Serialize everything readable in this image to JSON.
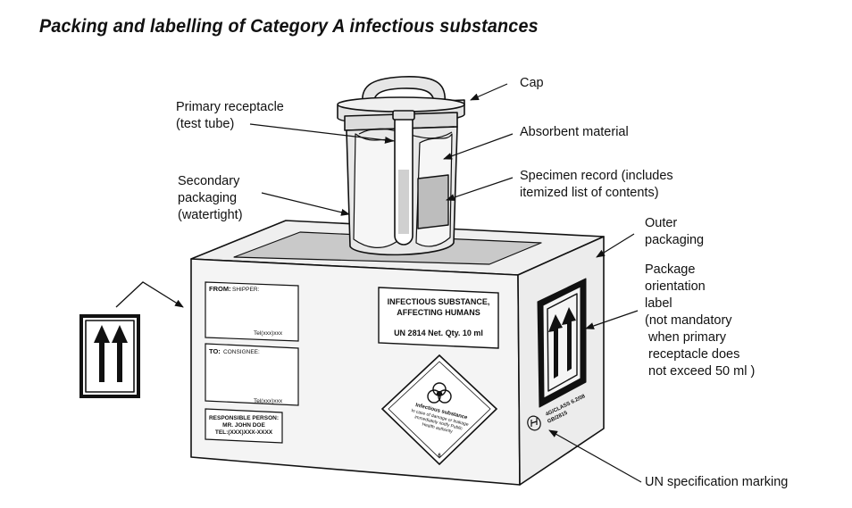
{
  "title": "Packing and labelling of Category A infectious substances",
  "callouts": {
    "cap": "Cap",
    "primary_line1": "Primary receptacle",
    "primary_line2": "(test tube)",
    "absorbent": "Absorbent material",
    "specimen_line1": "Specimen record (includes",
    "specimen_line2": "itemized list of contents)",
    "secondary_line1": "Secondary",
    "secondary_line2": "packaging",
    "secondary_line3": "(watertight)",
    "outer_line1": "Outer",
    "outer_line2": "packaging",
    "orient_line1": "Package",
    "orient_line2": "orientation",
    "orient_line3": "label",
    "orient_line4": "(not mandatory",
    "orient_line5": "when primary",
    "orient_line6": "receptacle does",
    "orient_line7": "not exceed 50 ml )",
    "un_spec": "UN specification marking"
  },
  "box_labels": {
    "from_label": "FROM:",
    "from_sub": "SHIPPER:",
    "from_tel": "Tel(xxx)xxx",
    "to_label": "TO:",
    "to_sub": "CONSIGNEE:",
    "to_tel": "Tel(xxx)xxx",
    "resp_line1": "RESPONSIBLE PERSON:",
    "resp_line2": "MR. JOHN DOE",
    "resp_line3": "TEL:(XXX)XXX-XXXX",
    "infect_line1": "INFECTIOUS SUBSTANCE,",
    "infect_line2": "AFFECTING HUMANS",
    "infect_line3": "UN 2814   Net. Qty. 10 ml",
    "diamond_line1": "Infectious substance",
    "diamond_line2": "In case of damage or leakage",
    "diamond_line3": "immediately notify Public",
    "diamond_line4": "Health authority",
    "diamond_class": "6",
    "un_mark_line1": "4G/CLASS 6.2/08",
    "un_mark_line2": "GB/2815"
  },
  "colors": {
    "ink": "#111111",
    "shade": "#c8c8c8",
    "panel": "#e6e6e6",
    "box": "#f2f2f2"
  }
}
